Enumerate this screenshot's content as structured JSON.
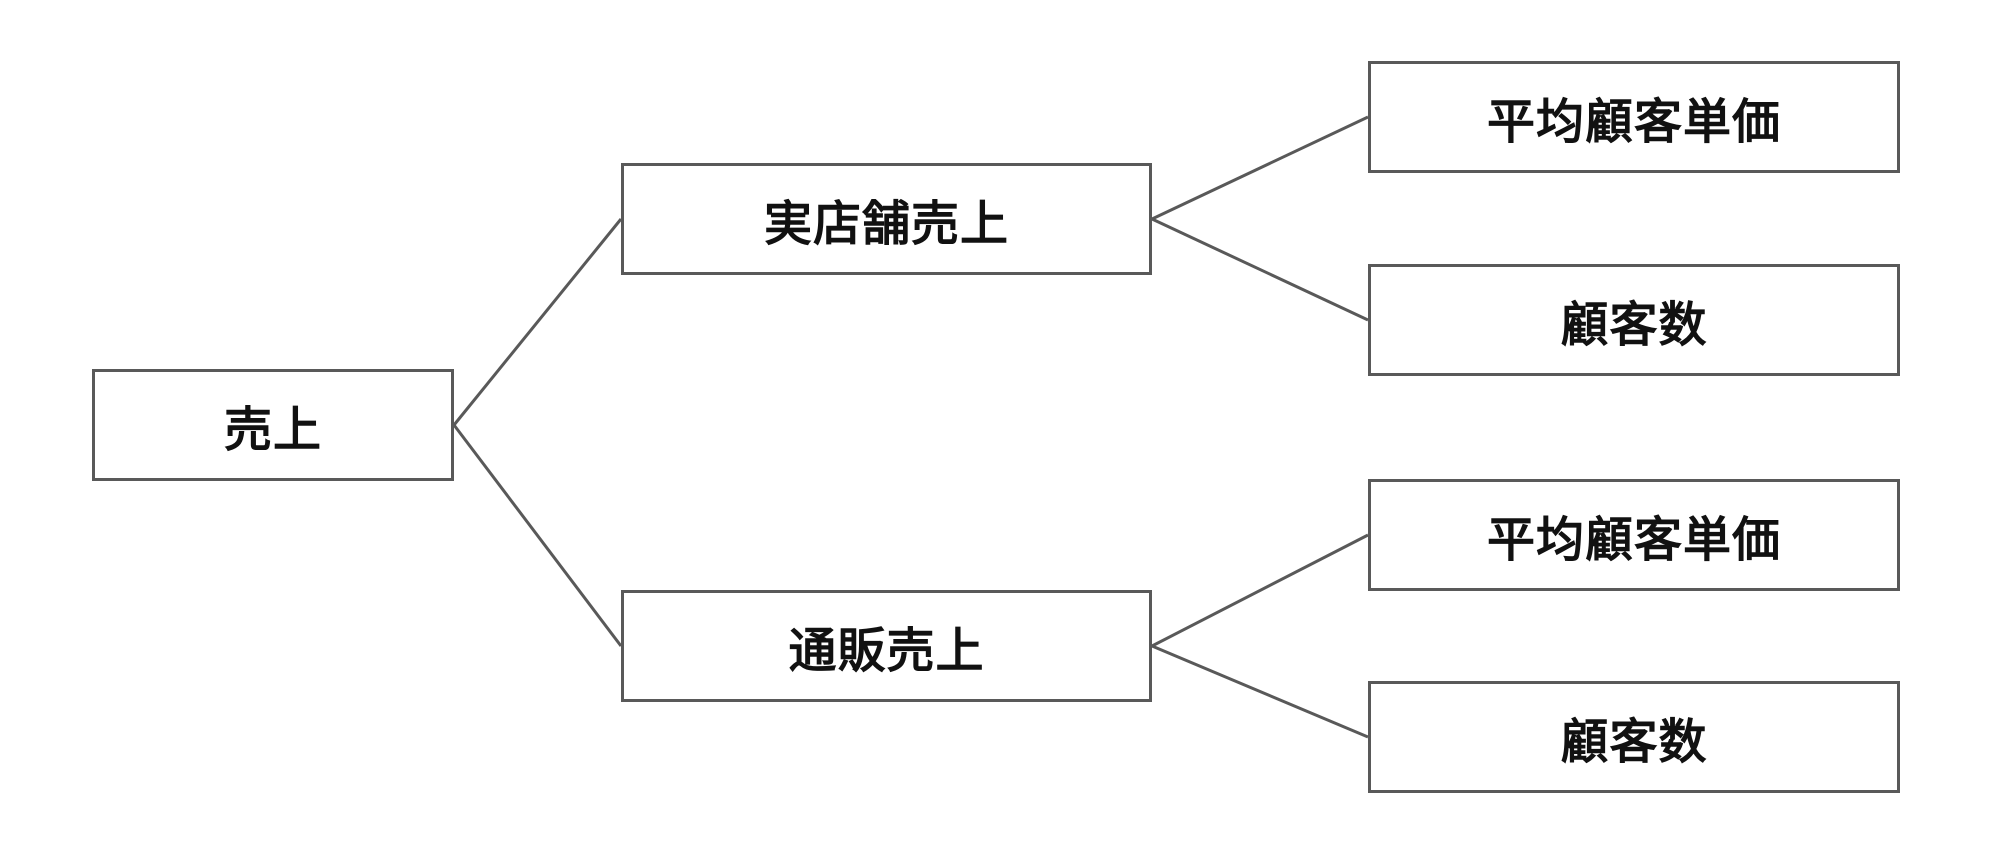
{
  "diagram": {
    "line_color": "#595959",
    "box_border_color": "#595959",
    "root": {
      "label": "売上"
    },
    "branches": [
      {
        "label": "実店舗売上",
        "children": [
          {
            "label": "平均顧客単価"
          },
          {
            "label": "顧客数"
          }
        ]
      },
      {
        "label": "通販売上",
        "children": [
          {
            "label": "平均顧客単価"
          },
          {
            "label": "顧客数"
          }
        ]
      }
    ]
  }
}
